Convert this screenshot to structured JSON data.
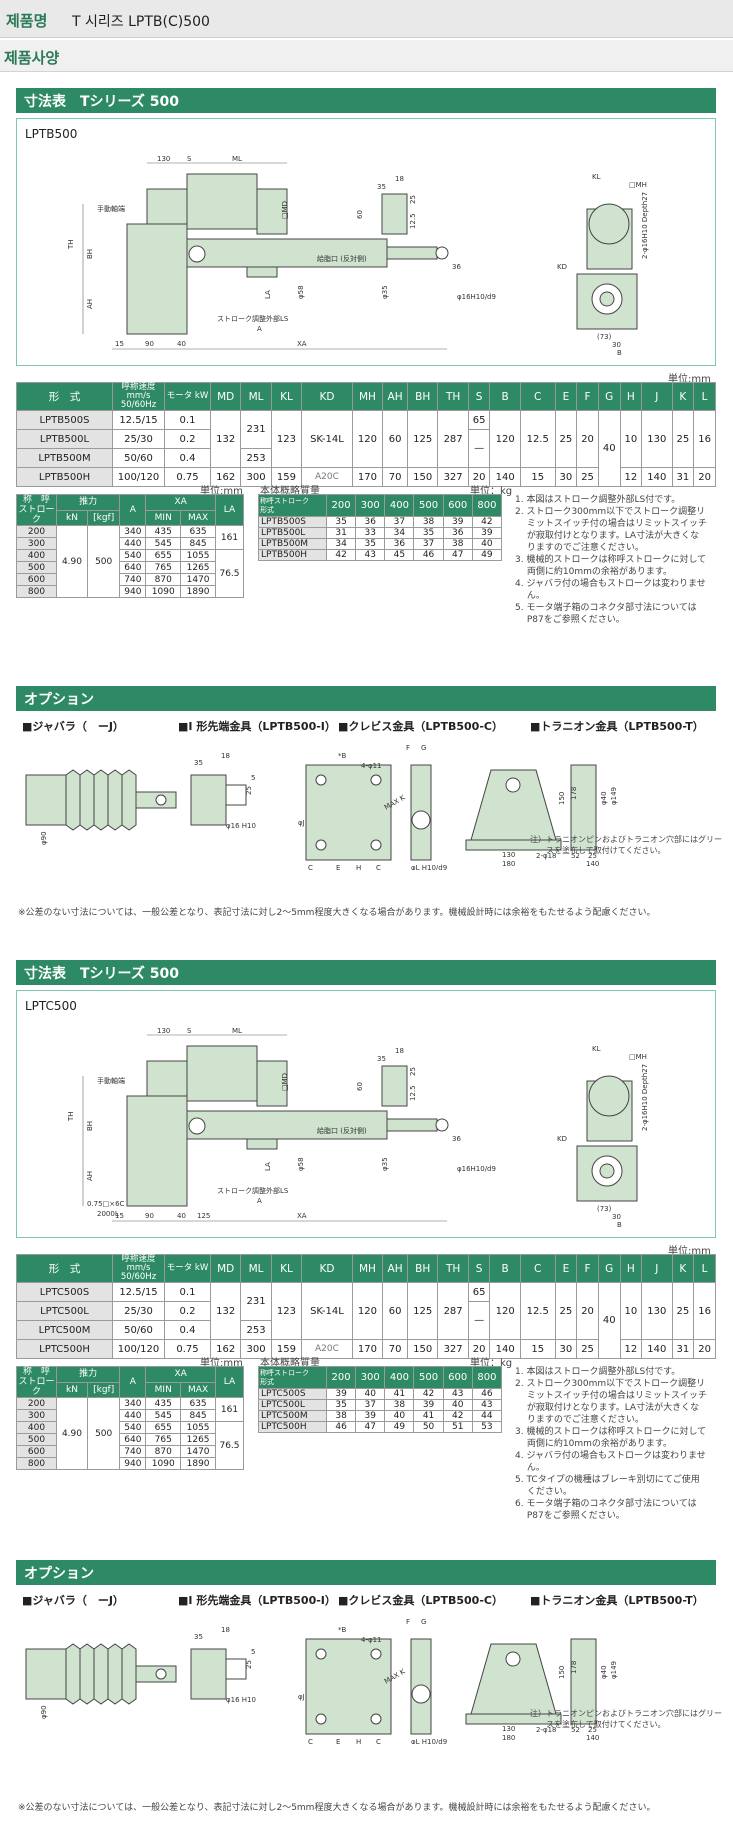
{
  "header": {
    "label": "제품명",
    "value": "T 시리즈  LPTB(C)500"
  },
  "subheader": "제품사양",
  "units_mm": "単位:mm",
  "units_kg": "本体概略質量",
  "units_kg_unit": "単位：kg",
  "footnote": "※公差のない寸法については、一般公差となり、表記寸法に対し2～5mm程度大きくなる場合があります。機械設計時には余裕をもたせるよう配慮ください。",
  "spec_headers": [
    "形　式",
    "呼称速度 mm/s 50/60Hz",
    "モータ kW",
    "MD",
    "ML",
    "KL",
    "KD",
    "MH",
    "AH",
    "BH",
    "TH",
    "S",
    "B",
    "C",
    "E",
    "F",
    "G",
    "H",
    "J",
    "K",
    "L"
  ],
  "stroke_headers": {
    "nominal": "称　呼 ストローク",
    "thrust": "推力",
    "kn": "kN",
    "kgf": "[kgf]",
    "a": "A",
    "xa": "XA",
    "min": "MIN",
    "max": "MAX",
    "la": "LA"
  },
  "stroke_table": {
    "strokes": [
      "200",
      "300",
      "400",
      "500",
      "600",
      "800"
    ],
    "kn": "4.90",
    "kgf": "500",
    "a": [
      "340",
      "440",
      "540",
      "640",
      "740",
      "940"
    ],
    "min": [
      "435",
      "545",
      "655",
      "765",
      "870",
      "1090"
    ],
    "max": [
      "635",
      "845",
      "1055",
      "1265",
      "1470",
      "1890"
    ],
    "la": [
      "161",
      "76.5"
    ]
  },
  "mass_headers": {
    "corner": "形式",
    "corner_top": "称呼ストローク",
    "strokes": [
      "200",
      "300",
      "400",
      "500",
      "600",
      "800"
    ]
  },
  "drawing_labels": {
    "d130": "130",
    "ds": "S",
    "dml": "ML",
    "manual": "手動軸端",
    "th": "TH",
    "bh": "BH",
    "ah": "AH",
    "md": "□MD",
    "oil": "給脂口 (反対側)",
    "la": "LA",
    "ls": "ストローク調整外部LS",
    "phi58": "φ58",
    "phi35": "φ35",
    "pin": "φ16H10/d9",
    "d36": "36",
    "d15": "15",
    "d90": "90",
    "d40": "40",
    "a": "A",
    "xa": "XA",
    "d125": "125",
    "d2000": "2000L",
    "cable": "0.75□×6C",
    "kl": "KL",
    "mh": "□MH",
    "depth": "2-φ16H10  Depth27",
    "kd": "KD",
    "d73": "(73)",
    "d30": "30",
    "b": "B",
    "d35": "35",
    "d18": "18",
    "d60": "60",
    "d125b": "12.5",
    "d25": "25"
  },
  "sections": [
    {
      "title": "寸法表　Tシリーズ 500",
      "model": "LPTB500",
      "spec_rows": [
        {
          "name": "LPTB500S",
          "speed": "12.5/15",
          "kw": "0.1"
        },
        {
          "name": "LPTB500L",
          "speed": "25/30",
          "kw": "0.2"
        },
        {
          "name": "LPTB500M",
          "speed": "50/60",
          "kw": "0.4"
        },
        {
          "name": "LPTB500H",
          "speed": "100/120",
          "kw": "0.75"
        }
      ],
      "spec_common": {
        "md": "132",
        "ml1": "231",
        "ml2": "253",
        "kl": "123",
        "kd": "SK-14L",
        "mh": "120",
        "ah": "60",
        "bh": "125",
        "th": "287",
        "s": "65",
        "dash": "—",
        "b": "120",
        "c": "12.5",
        "e": "25",
        "f": "20",
        "g": "40",
        "h": "10",
        "j": "130",
        "k": "25",
        "l": "16"
      },
      "spec_h": {
        "md": "162",
        "ml": "300",
        "kl": "159",
        "kd": "A20C",
        "mh": "170",
        "ah": "70",
        "bh": "150",
        "th": "327",
        "s": "20",
        "b": "140",
        "c": "15",
        "e": "30",
        "f": "25",
        "h": "12",
        "j": "140",
        "k": "31",
        "l": "20"
      },
      "mass_rows": [
        {
          "name": "LPTB500S",
          "v": [
            "35",
            "36",
            "37",
            "38",
            "39",
            "42"
          ]
        },
        {
          "name": "LPTB500L",
          "v": [
            "31",
            "33",
            "34",
            "35",
            "36",
            "39"
          ]
        },
        {
          "name": "LPTB500M",
          "v": [
            "34",
            "35",
            "36",
            "37",
            "38",
            "40"
          ]
        },
        {
          "name": "LPTB500H",
          "v": [
            "42",
            "43",
            "45",
            "46",
            "47",
            "49"
          ]
        }
      ],
      "notes": [
        "1. 本図はストローク調整外部LS付です。",
        "2. ストローク300mm以下でストローク調整リ",
        "　 ミットスイッチ付の場合はリミットスイッチ",
        "　 が寂取付けとなります。LA寸法が大きくな",
        "　 りますのでご注意ください。",
        "3. 機械的ストロークは称呼ストロークに対して",
        "　 両側に約10mmの余裕があります。",
        "4. ジャバラ付の場合もストロークは変わりませ",
        "　 ん。",
        "5. モータ端子箱のコネクタ部寸法については",
        "　 P87をご参照ください。"
      ]
    },
    {
      "title": "寸法表　Tシリーズ 500",
      "model": "LPTC500",
      "spec_rows": [
        {
          "name": "LPTC500S",
          "speed": "12.5/15",
          "kw": "0.1"
        },
        {
          "name": "LPTC500L",
          "speed": "25/30",
          "kw": "0.2"
        },
        {
          "name": "LPTC500M",
          "speed": "50/60",
          "kw": "0.4"
        },
        {
          "name": "LPTC500H",
          "speed": "100/120",
          "kw": "0.75"
        }
      ],
      "spec_common": {
        "md": "132",
        "ml1": "231",
        "ml2": "253",
        "kl": "123",
        "kd": "SK-14L",
        "mh": "120",
        "ah": "60",
        "bh": "125",
        "th": "287",
        "s": "65",
        "dash": "—",
        "b": "120",
        "c": "12.5",
        "e": "25",
        "f": "20",
        "g": "40",
        "h": "10",
        "j": "130",
        "k": "25",
        "l": "16"
      },
      "spec_h": {
        "md": "162",
        "ml": "300",
        "kl": "159",
        "kd": "A20C",
        "mh": "170",
        "ah": "70",
        "bh": "150",
        "th": "327",
        "s": "20",
        "b": "140",
        "c": "15",
        "e": "30",
        "f": "25",
        "h": "12",
        "j": "140",
        "k": "31",
        "l": "20"
      },
      "mass_rows": [
        {
          "name": "LPTC500S",
          "v": [
            "39",
            "40",
            "41",
            "42",
            "43",
            "46"
          ]
        },
        {
          "name": "LPTC500L",
          "v": [
            "35",
            "37",
            "38",
            "39",
            "40",
            "43"
          ]
        },
        {
          "name": "LPTC500M",
          "v": [
            "38",
            "39",
            "40",
            "41",
            "42",
            "44"
          ]
        },
        {
          "name": "LPTC500H",
          "v": [
            "46",
            "47",
            "49",
            "50",
            "51",
            "53"
          ]
        }
      ],
      "notes": [
        "1. 本図はストローク調整外部LS付です。",
        "2. ストローク300mm以下でストローク調整リ",
        "　 ミットスイッチ付の場合はリミットスイッチ",
        "　 が寂取付けとなります。LA寸法が大きくな",
        "　 りますのでご注意ください。",
        "3. 機械的ストロークは称呼ストロークに対して",
        "　 両側に約10mmの余裕があります。",
        "4. ジャバラ付の場合もストロークは変わりませ",
        "　 ん。",
        "5. TCタイプの機種はブレーキ別切にてご使用",
        "　 ください。",
        "6. モータ端子箱のコネクタ部寸法については",
        "　 P87をご参照ください。"
      ]
    }
  ],
  "options": {
    "title": "オプション",
    "items": [
      "■ジャバラ（　ーJ）",
      "■I 形先端金具（LPTB500-I）",
      "■クレビス金具（LPTB500-C）",
      "■トラニオン金具（LPTB500-T）"
    ],
    "note1": "注）トラニオンピンおよびトラニオン穴部にはグリー",
    "note2": "　　スを塗布して取付けてください。",
    "labels": {
      "phi90": "φ90",
      "d35": "35",
      "d25": "25",
      "d18": "18",
      "phi16": "φ16 H10",
      "d5": "5",
      "b": "*B",
      "phi11": "4-φ11",
      "maxk": "MAX K",
      "f": "F",
      "g": "G",
      "c": "C",
      "e": "E",
      "h": "H",
      "phil": "φL H10/d9",
      "phij": "φJ",
      "d150": "150",
      "d178": "178",
      "d130": "130",
      "d180": "180",
      "phi18": "2-φ18",
      "d52": "52",
      "d25b": "25",
      "d140": "140",
      "phi40": "φ40",
      "phi149": "φ149"
    }
  }
}
